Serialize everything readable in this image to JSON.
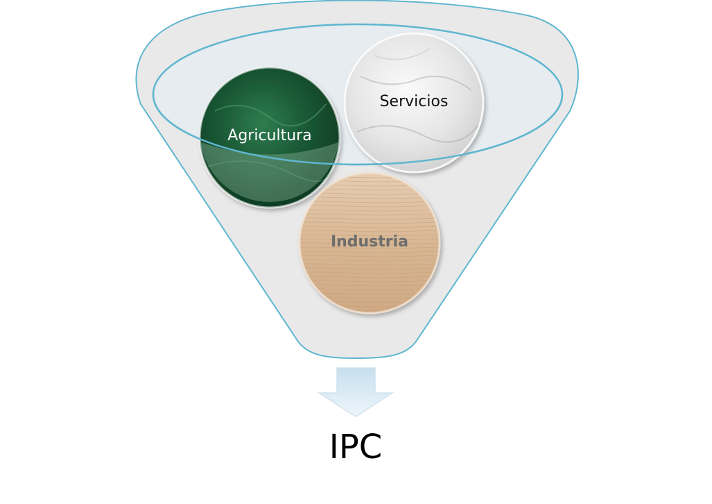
{
  "diagram": {
    "funnel_inputs": [
      {
        "label": "Agricultura",
        "texture": "green-marble"
      },
      {
        "label": "Servicios",
        "texture": "white-marble"
      },
      {
        "label": "Industria",
        "texture": "light-wood"
      }
    ],
    "output_label": "IPC"
  },
  "colors": {
    "funnel_fill": "#e9e9e9",
    "funnel_stroke": "#5fb6cf",
    "arrow_fill": "#d6e8f2",
    "green_marble": "#1f5e3a",
    "white_marble": "#eeeeee",
    "wood": "#d9b896"
  }
}
